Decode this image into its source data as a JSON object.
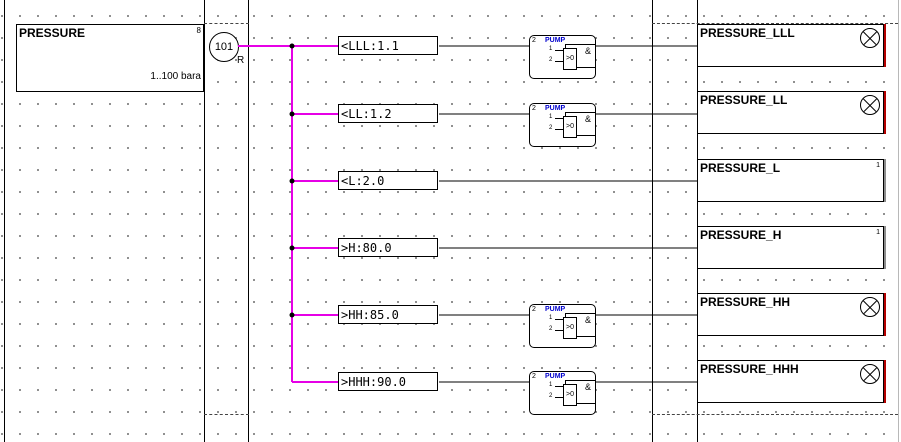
{
  "input": {
    "name": "PRESSURE",
    "flag": "8",
    "range": "1..100 bara"
  },
  "tag": {
    "number": "101",
    "suffix": "R"
  },
  "rows": [
    {
      "comparator": "<LLL:1.1",
      "pump": {
        "num": "2",
        "title": "PUMP",
        "pin1": "1",
        "pin2": "2",
        "gate": ">0",
        "and": "&"
      },
      "output": "PRESSURE_LLL",
      "indicator": "lamp-icon",
      "flag": "",
      "edge": "red"
    },
    {
      "comparator": "<LL:1.2",
      "pump": {
        "num": "2",
        "title": "PUMP",
        "pin1": "1",
        "pin2": "2",
        "gate": ">0",
        "and": "&"
      },
      "output": "PRESSURE_LL",
      "indicator": "lamp-icon",
      "flag": "",
      "edge": "red"
    },
    {
      "comparator": "<L:2.0",
      "pump": null,
      "output": "PRESSURE_L",
      "indicator": "",
      "flag": "1",
      "edge": "gray"
    },
    {
      "comparator": ">H:80.0",
      "pump": null,
      "output": "PRESSURE_H",
      "indicator": "",
      "flag": "1",
      "edge": "gray"
    },
    {
      "comparator": ">HH:85.0",
      "pump": {
        "num": "2",
        "title": "PUMP",
        "pin1": "1",
        "pin2": "2",
        "gate": ">0",
        "and": "&"
      },
      "output": "PRESSURE_HH",
      "indicator": "lamp-icon",
      "flag": "",
      "edge": "red"
    },
    {
      "comparator": ">HHH:90.0",
      "pump": {
        "num": "2",
        "title": "PUMP",
        "pin1": "1",
        "pin2": "2",
        "gate": ">0",
        "and": "&"
      },
      "output": "PRESSURE_HHH",
      "indicator": "lamp-icon",
      "flag": "",
      "edge": "red"
    }
  ],
  "colors": {
    "bus": "#e600e6",
    "wire": "#000000",
    "pump_title": "#0000cc",
    "alarm_edge": "#b40000",
    "plain_edge": "#8c8c8c"
  }
}
